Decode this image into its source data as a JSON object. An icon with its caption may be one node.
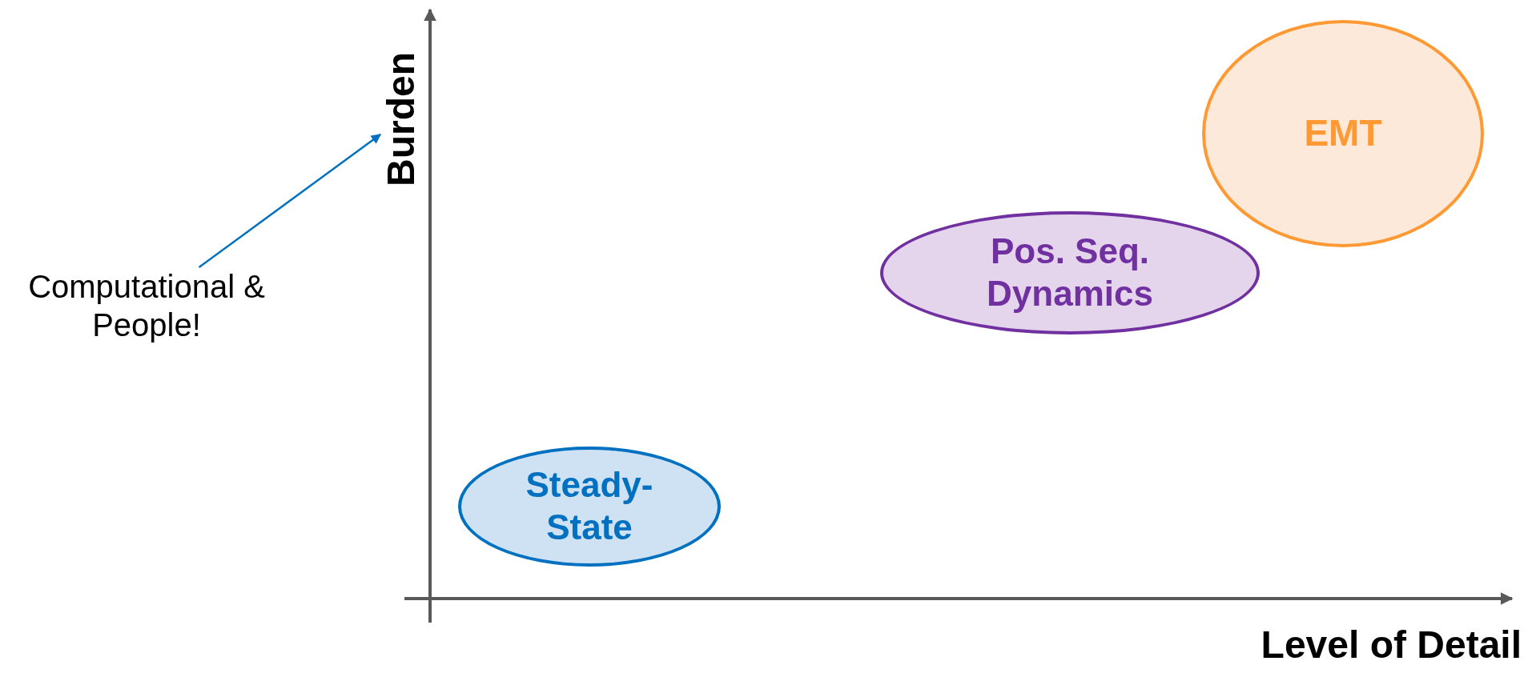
{
  "diagram": {
    "nodes": [
      {
        "text": [
          "Burden"
        ]
      },
      {
        "text": [
          "EMT"
        ]
      },
      {
        "text": [
          "Computational & People!"
        ]
      },
      {
        "text": [
          "Pos. Seq. Dynamics"
        ]
      },
      {
        "text": [
          "Steady-State"
        ]
      }
    ],
    "edges": [
      {
        "from": 2,
        "to": 0,
        "arrow": "to"
      }
    ],
    "labels": [
      "Level of Detail"
    ]
  }
}
